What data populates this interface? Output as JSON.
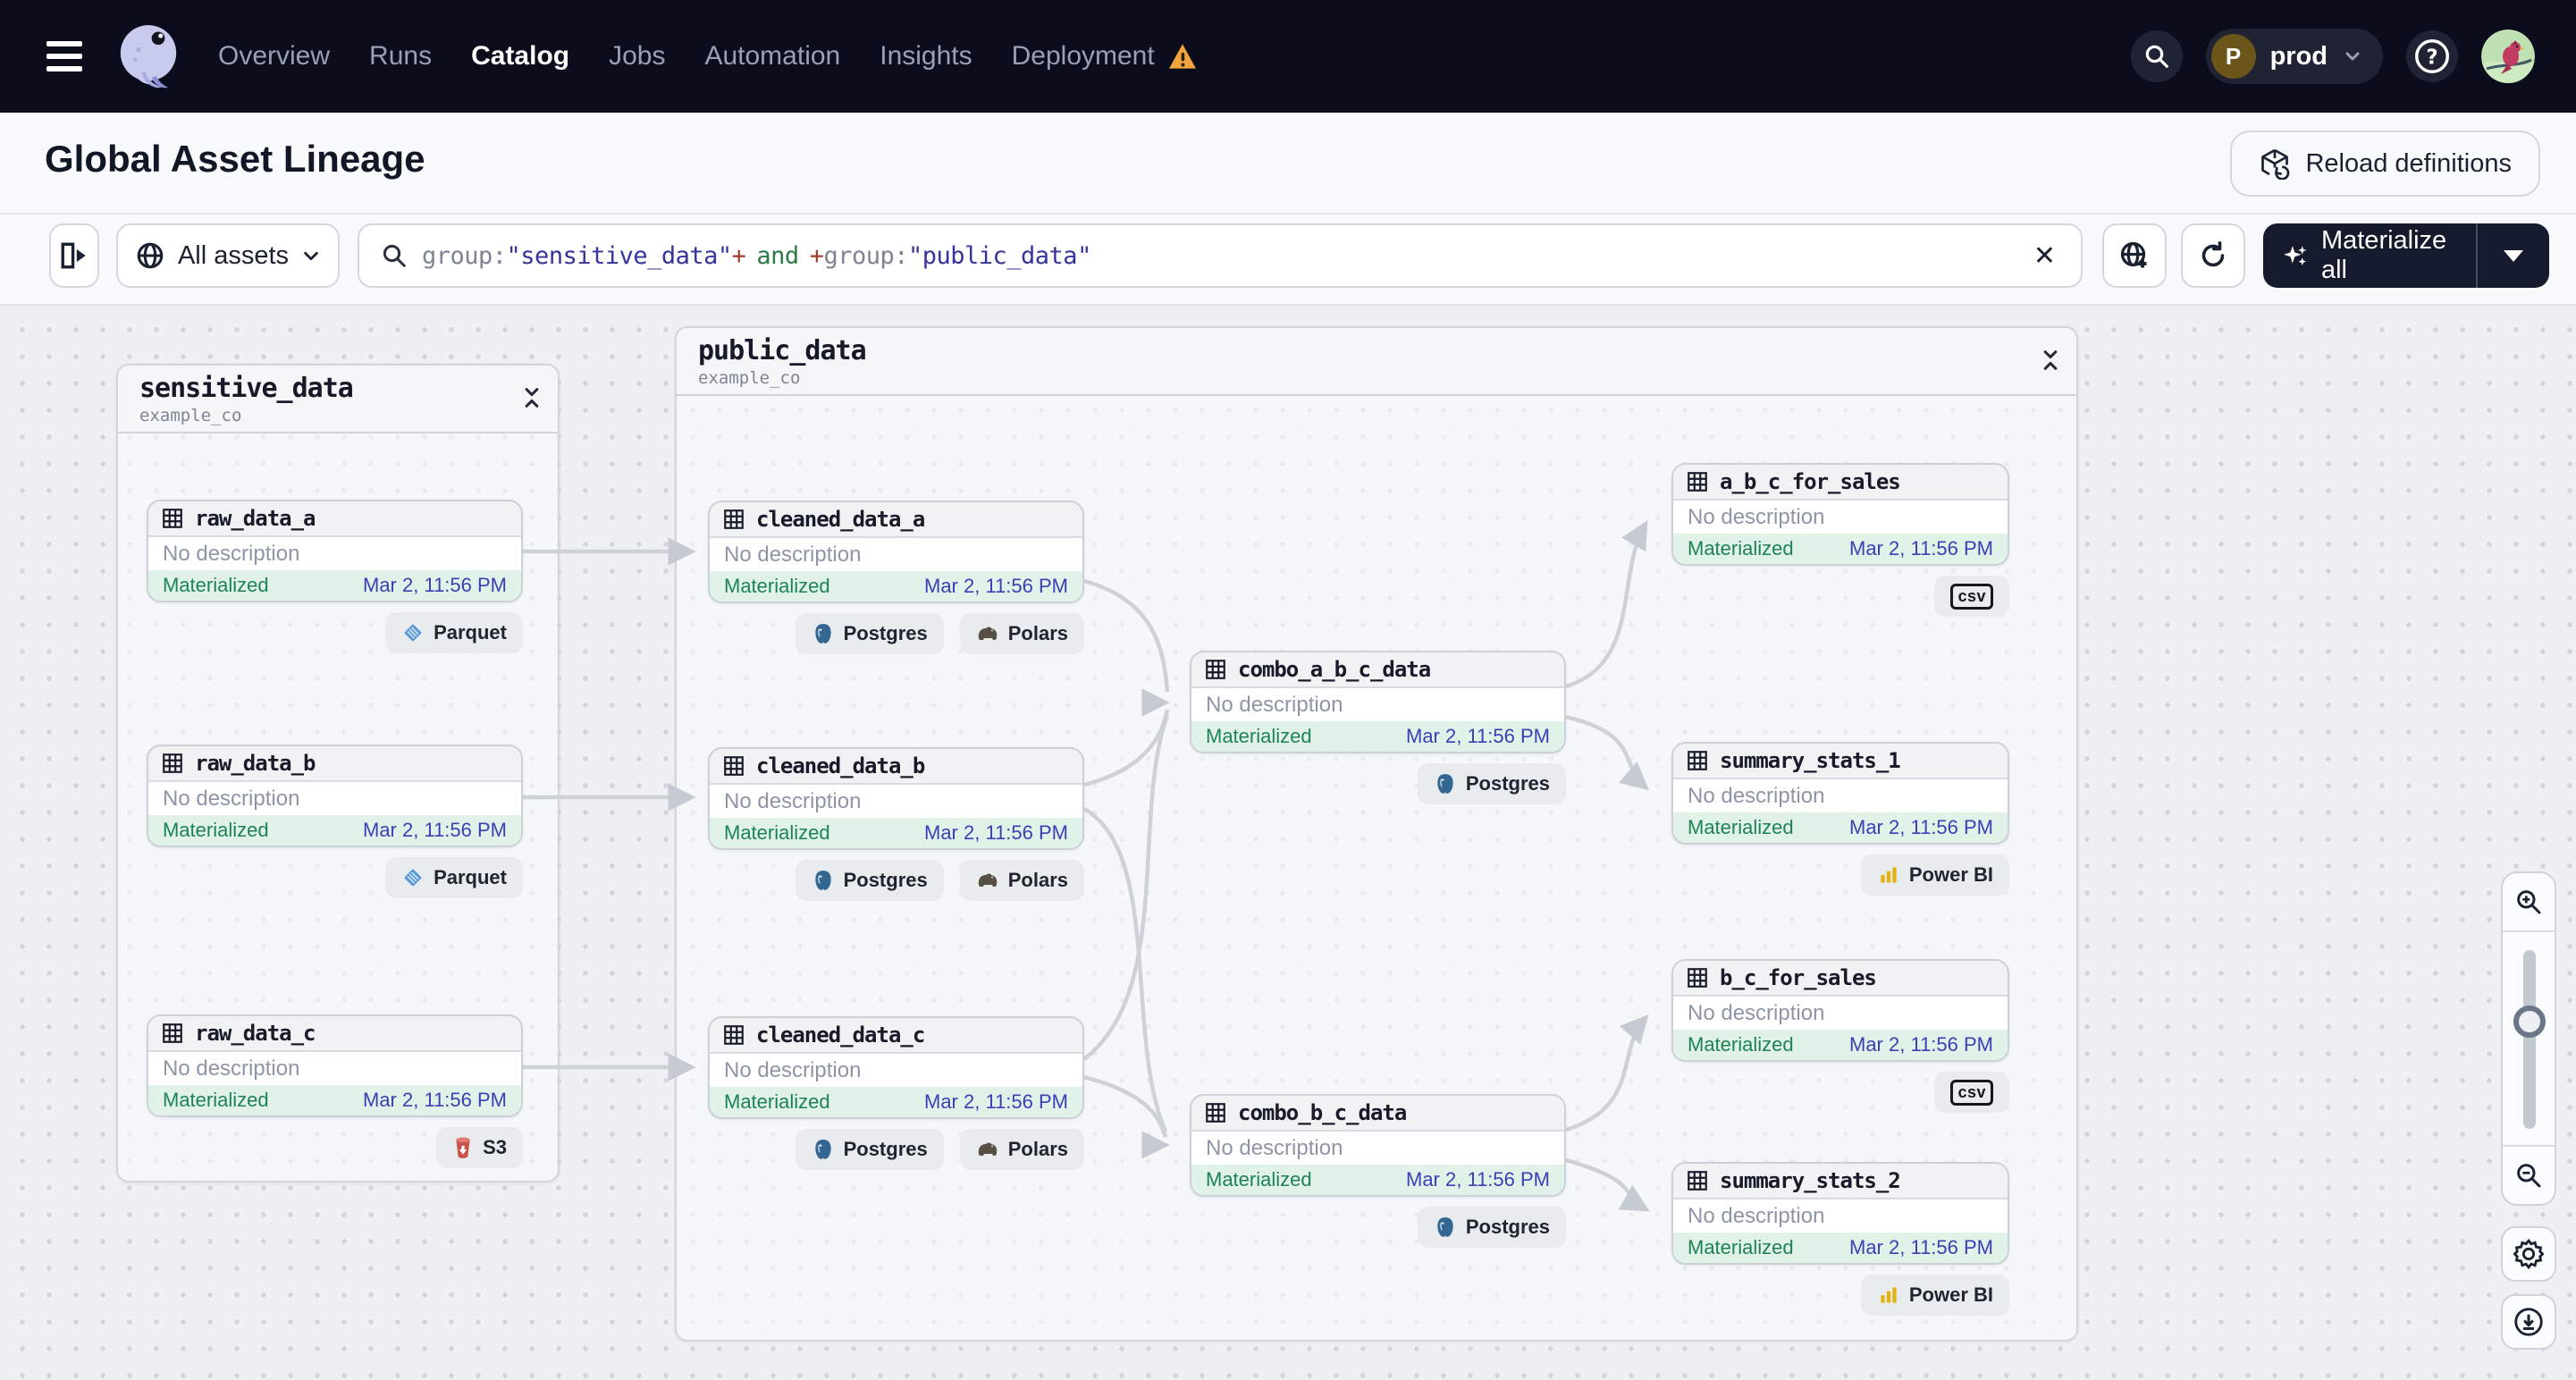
{
  "nav": {
    "items": [
      {
        "label": "Overview",
        "active": false
      },
      {
        "label": "Runs",
        "active": false
      },
      {
        "label": "Catalog",
        "active": true
      },
      {
        "label": "Jobs",
        "active": false
      },
      {
        "label": "Automation",
        "active": false
      },
      {
        "label": "Insights",
        "active": false
      },
      {
        "label": "Deployment",
        "active": false
      }
    ],
    "environment": "prod",
    "environment_initial": "P"
  },
  "header": {
    "title": "Global Asset Lineage",
    "reload_label": "Reload definitions"
  },
  "toolbar": {
    "all_assets_label": "All assets",
    "materialize_label": "Materialize all",
    "query_tokens": [
      "group:",
      "\"sensitive_data\"",
      "+",
      "and",
      "+",
      "group:",
      "\"public_data\""
    ]
  },
  "colors": {
    "nav_bg": "#0b0d1c",
    "accent_green": "#1d8355",
    "timestamp_blue": "#3c3fb4",
    "warning_orange": "#f2a33c",
    "materialized_bg": "#e1f3e8"
  },
  "groups": [
    {
      "name": "sensitive_data",
      "repo": "example_co",
      "nodes": [
        {
          "name": "raw_data_a",
          "description": "No description",
          "status": "Materialized",
          "timestamp": "Mar 2, 11:56 PM",
          "tags": [
            {
              "label": "Parquet"
            }
          ]
        },
        {
          "name": "raw_data_b",
          "description": "No description",
          "status": "Materialized",
          "timestamp": "Mar 2, 11:56 PM",
          "tags": [
            {
              "label": "Parquet"
            }
          ]
        },
        {
          "name": "raw_data_c",
          "description": "No description",
          "status": "Materialized",
          "timestamp": "Mar 2, 11:56 PM",
          "tags": [
            {
              "label": "S3"
            }
          ]
        }
      ]
    },
    {
      "name": "public_data",
      "repo": "example_co",
      "nodes": [
        {
          "name": "cleaned_data_a",
          "description": "No description",
          "status": "Materialized",
          "timestamp": "Mar 2, 11:56 PM",
          "tags": [
            {
              "label": "Postgres"
            },
            {
              "label": "Polars"
            }
          ]
        },
        {
          "name": "cleaned_data_b",
          "description": "No description",
          "status": "Materialized",
          "timestamp": "Mar 2, 11:56 PM",
          "tags": [
            {
              "label": "Postgres"
            },
            {
              "label": "Polars"
            }
          ]
        },
        {
          "name": "cleaned_data_c",
          "description": "No description",
          "status": "Materialized",
          "timestamp": "Mar 2, 11:56 PM",
          "tags": [
            {
              "label": "Postgres"
            },
            {
              "label": "Polars"
            }
          ]
        },
        {
          "name": "combo_a_b_c_data",
          "description": "No description",
          "status": "Materialized",
          "timestamp": "Mar 2, 11:56 PM",
          "tags": [
            {
              "label": "Postgres"
            }
          ]
        },
        {
          "name": "combo_b_c_data",
          "description": "No description",
          "status": "Materialized",
          "timestamp": "Mar 2, 11:56 PM",
          "tags": [
            {
              "label": "Postgres"
            }
          ]
        },
        {
          "name": "a_b_c_for_sales",
          "description": "No description",
          "status": "Materialized",
          "timestamp": "Mar 2, 11:56 PM",
          "tags": [
            {
              "label": "csv"
            }
          ]
        },
        {
          "name": "summary_stats_1",
          "description": "No description",
          "status": "Materialized",
          "timestamp": "Mar 2, 11:56 PM",
          "tags": [
            {
              "label": "Power BI"
            }
          ]
        },
        {
          "name": "b_c_for_sales",
          "description": "No description",
          "status": "Materialized",
          "timestamp": "Mar 2, 11:56 PM",
          "tags": [
            {
              "label": "csv"
            }
          ]
        },
        {
          "name": "summary_stats_2",
          "description": "No description",
          "status": "Materialized",
          "timestamp": "Mar 2, 11:56 PM",
          "tags": [
            {
              "label": "Power BI"
            }
          ]
        }
      ]
    }
  ]
}
